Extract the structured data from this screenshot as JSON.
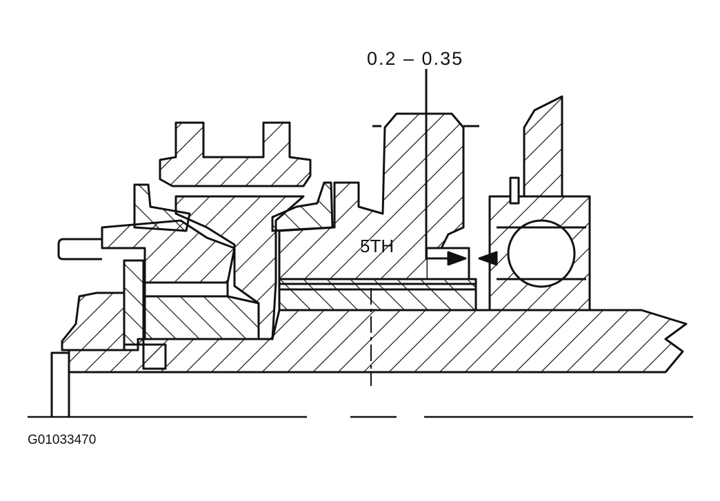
{
  "diagram": {
    "clearance_label": "0.2  –  0.35",
    "gear_label": "5TH",
    "figure_id": "G01033470"
  }
}
